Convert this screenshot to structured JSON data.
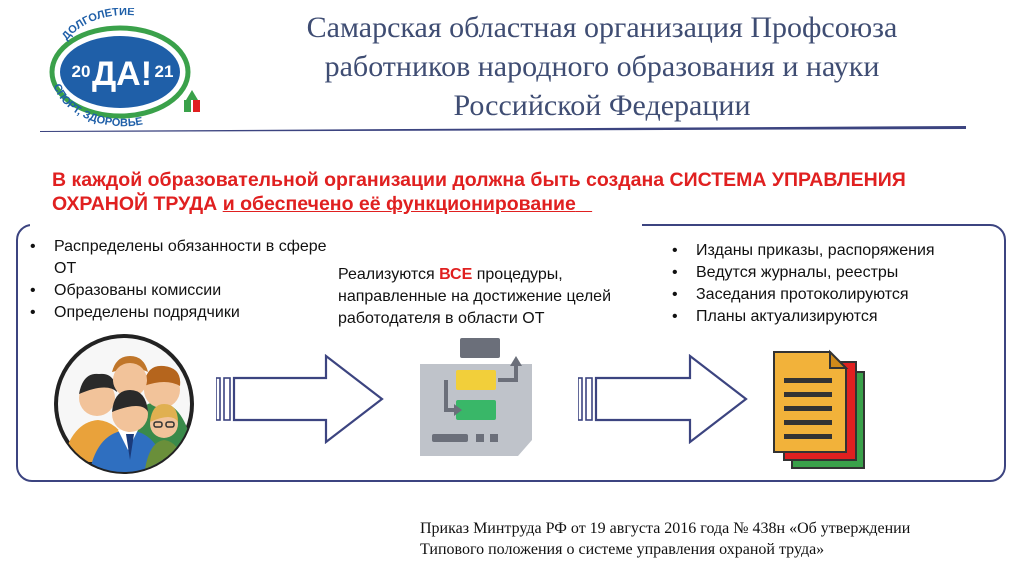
{
  "logo": {
    "top_text": "ДОЛГОЛЕТИЕ",
    "bottom_text": "СПОРТ, ЗДОРОВЬЕ",
    "left_num": "20",
    "center": "ДА!",
    "right_num": "21"
  },
  "title": {
    "line1": "Самарская областная организация Профсоюза",
    "line2": "работников народного образования и науки",
    "line3": "Российской Федерации"
  },
  "headline": {
    "part1": "В каждой образовательной организации должна быть создана СИСТЕМА УПРАВЛЕНИЯ",
    "part2": "ОХРАНОЙ ТРУДА",
    "part3": "и обеспечено её функционирование"
  },
  "left_items": [
    "Распределены обязанности в сфере ОТ",
    "Образованы комиссии",
    "Определены подрядчики"
  ],
  "middle": {
    "before": "Реализуются ",
    "highlight": "ВСЕ",
    "after": " процедуры, направленные на достижение целей работодателя в области ОТ"
  },
  "right_items": [
    "Изданы приказы, распоряжения",
    "Ведутся журналы, реестры",
    "Заседания протоколируются",
    "Планы актуализируются"
  ],
  "footnote": {
    "line1": "Приказ Минтруда РФ от 19 августа 2016 года № 438н «Об утверждении",
    "line2": "Типового положения о системе управления охраной труда»"
  },
  "colors": {
    "title": "#3f4d73",
    "accent_red": "#e02020",
    "frame": "#3c4480",
    "logo_blue": "#1f5fa8",
    "logo_green": "#3aa14a"
  }
}
